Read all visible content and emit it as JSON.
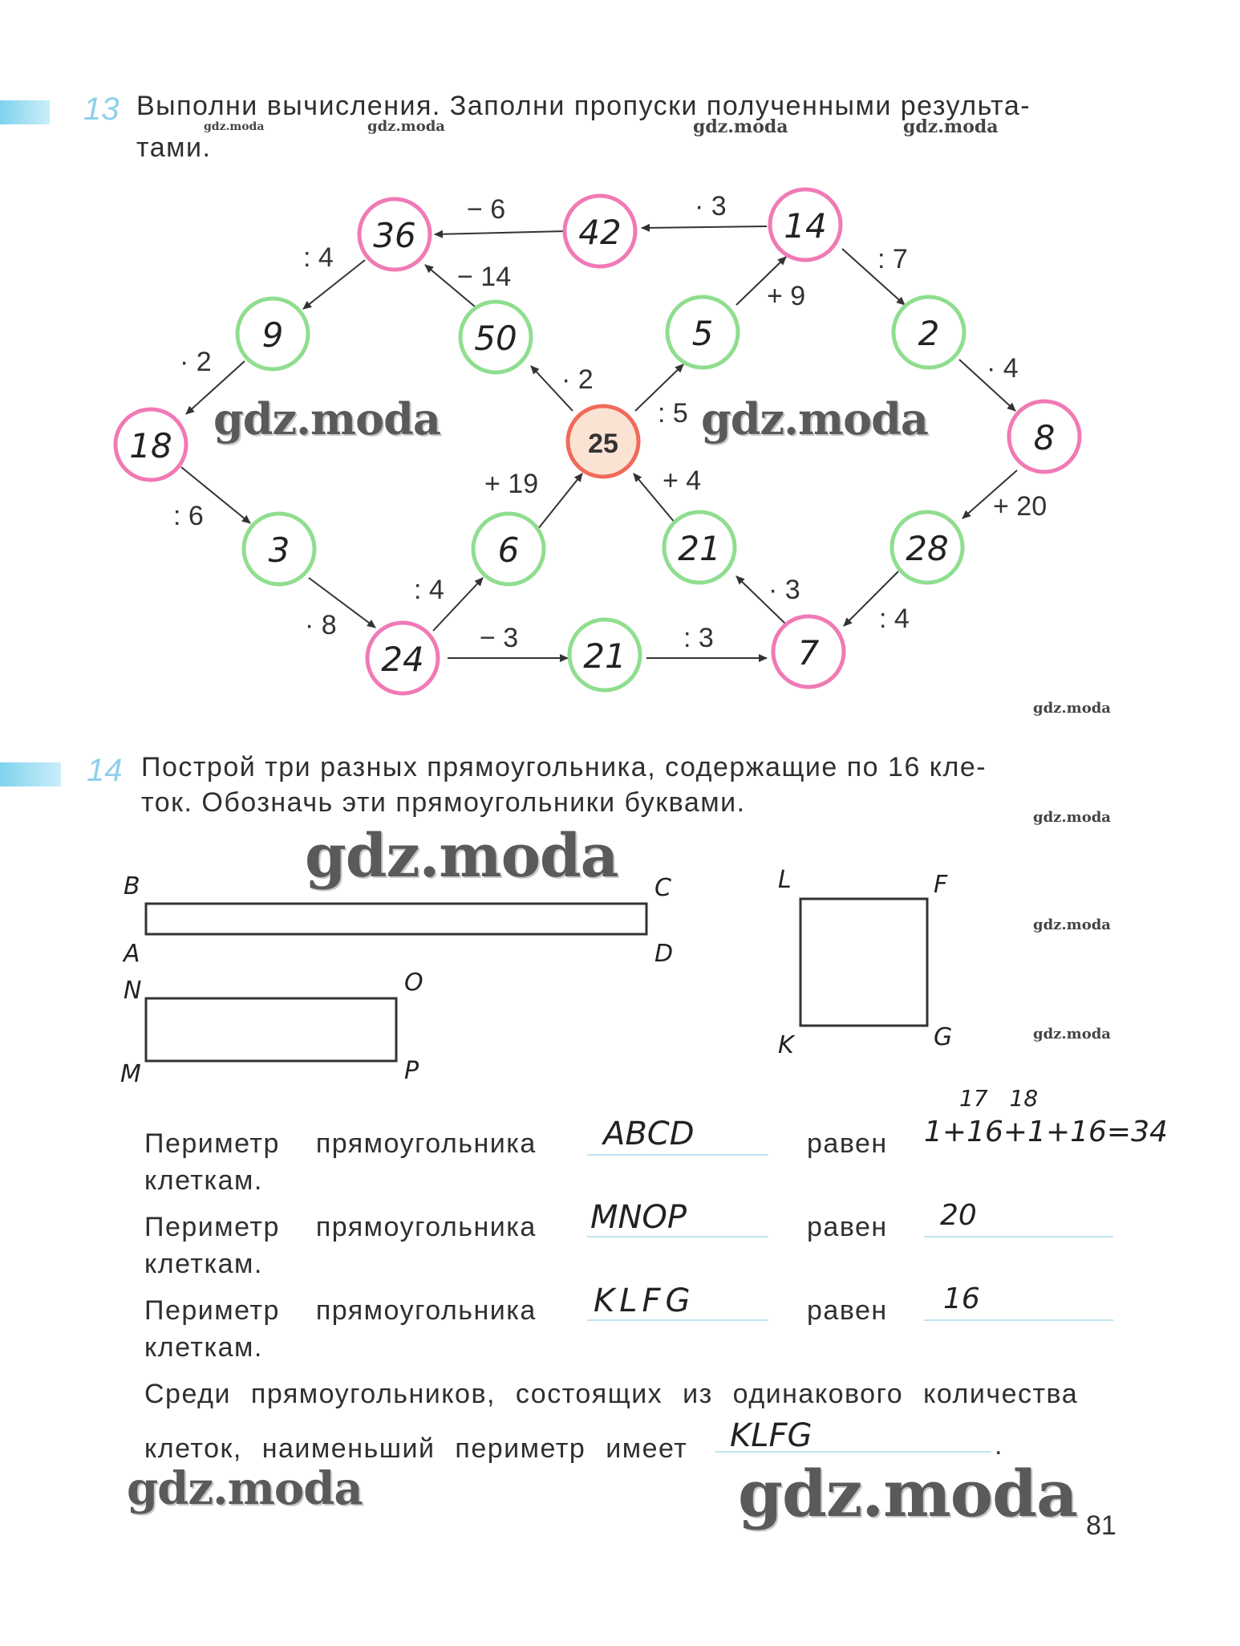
{
  "task13": {
    "number": "13",
    "line1": "Выполни вычисления. Заполни пропуски полученными результа-",
    "line2": "тами."
  },
  "graph": {
    "nodes": [
      {
        "id": "n36",
        "label": "36",
        "kind": "pink"
      },
      {
        "id": "n42",
        "label": "42",
        "kind": "pink"
      },
      {
        "id": "n14",
        "label": "14",
        "kind": "pink"
      },
      {
        "id": "n9",
        "label": "9",
        "kind": "green"
      },
      {
        "id": "n50",
        "label": "50",
        "kind": "green"
      },
      {
        "id": "n5",
        "label": "5",
        "kind": "green"
      },
      {
        "id": "n2",
        "label": "2",
        "kind": "green"
      },
      {
        "id": "n18",
        "label": "18",
        "kind": "pink"
      },
      {
        "id": "n25",
        "label": "25",
        "kind": "center"
      },
      {
        "id": "n8",
        "label": "8",
        "kind": "pink"
      },
      {
        "id": "n3",
        "label": "3",
        "kind": "green"
      },
      {
        "id": "n6",
        "label": "6",
        "kind": "green"
      },
      {
        "id": "n21a",
        "label": "21",
        "kind": "green"
      },
      {
        "id": "n28",
        "label": "28",
        "kind": "green"
      },
      {
        "id": "n24",
        "label": "24",
        "kind": "pink"
      },
      {
        "id": "n21b",
        "label": "21",
        "kind": "green"
      },
      {
        "id": "n7",
        "label": "7",
        "kind": "pink"
      }
    ],
    "operations": {
      "op_42_36": "− 6",
      "op_14_42": "· 3",
      "op_36_9": ": 4",
      "op_50_36": "− 14",
      "op_5_14": "+ 9",
      "op_14_2": ": 7",
      "op_9_18": "· 2",
      "op_25_50": "· 2",
      "op_25_5": ": 5",
      "op_2_8": "· 4",
      "op_18_3": ": 6",
      "op_6_25": "+ 19",
      "op_21a_25": "+ 4",
      "op_8_28": "+ 20",
      "op_3_24": "· 8",
      "op_24_6": ": 4",
      "op_7_21a": "· 3",
      "op_28_7": ": 4",
      "op_24_21b": "− 3",
      "op_21b_7": ": 3"
    }
  },
  "task14": {
    "number": "14",
    "line1": "Построй три разных прямоугольника, содержащие по 16 кле-",
    "line2": "ток. Обозначь эти прямоугольники буквами."
  },
  "rect_labels": {
    "B": "B",
    "C": "C",
    "A": "A",
    "D": "D",
    "N": "N",
    "O": "O",
    "M": "M",
    "P": "P",
    "L": "L",
    "F": "F",
    "K": "K",
    "G": "G"
  },
  "perimeters": {
    "prefix": "Периметр прямоугольника",
    "equals": "равен",
    "suffix": "клеткам.",
    "rows": [
      {
        "name": "ABCD",
        "value": "1+16+1+16=34",
        "note": "17 18"
      },
      {
        "name": "MNOP",
        "value": "20",
        "note": ""
      },
      {
        "name": "KLFG",
        "value": "16",
        "note": ""
      }
    ]
  },
  "conclusion": {
    "line1": "Среди прямоугольников, состоящих из одинакового количества",
    "line2": "клеток, наименьший периметр имеет",
    "answer": "KLFG",
    "end": "."
  },
  "page_number": "81",
  "watermark": "gdz.moda",
  "colors": {
    "pink": "#f07ab5",
    "green": "#8fde8f",
    "center_fill": "#fbe3d4",
    "center_stroke": "#f06a5a",
    "accent": "#8dd0ea"
  }
}
